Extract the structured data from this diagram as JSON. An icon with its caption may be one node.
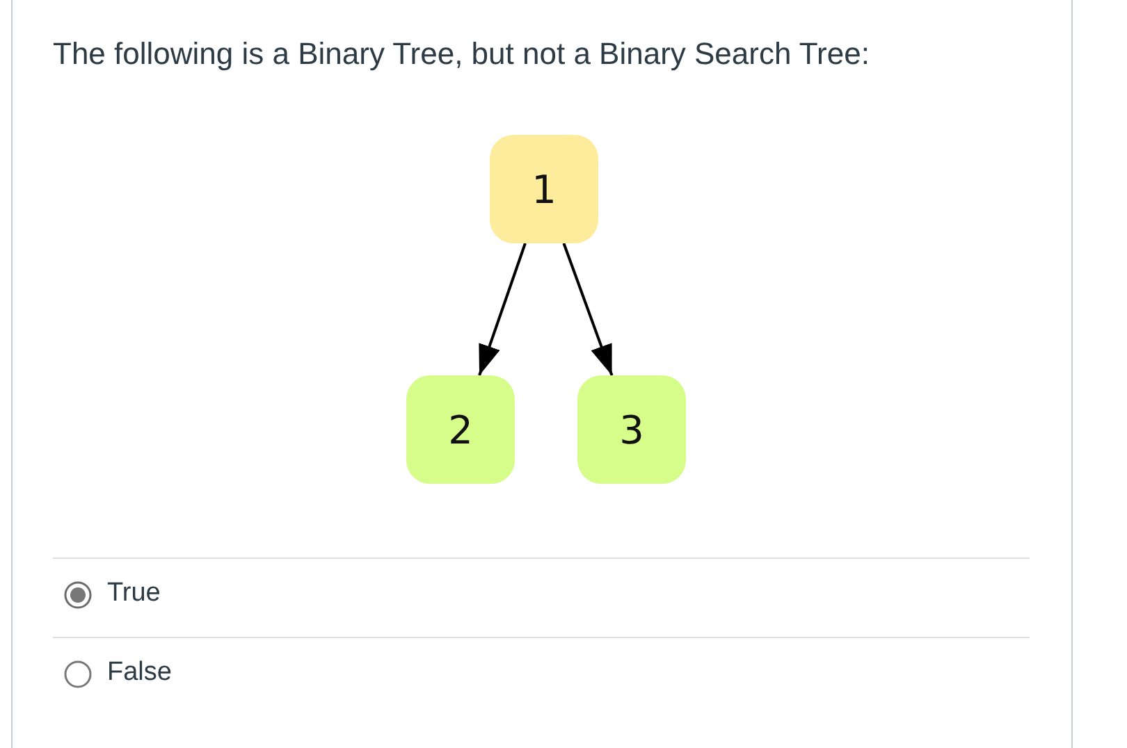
{
  "diagram": {
    "title": "The following is a Binary Tree, but not a Binary Search Tree:",
    "nodes": [
      {
        "text": [
          "1"
        ]
      },
      {
        "text": [
          "2"
        ]
      },
      {
        "text": [
          "3"
        ]
      }
    ],
    "edges": [
      {
        "from": 0,
        "to": 1,
        "arrow": "to"
      },
      {
        "from": 0,
        "to": 2,
        "arrow": "to"
      }
    ],
    "labels": [
      "True",
      "False"
    ]
  }
}
